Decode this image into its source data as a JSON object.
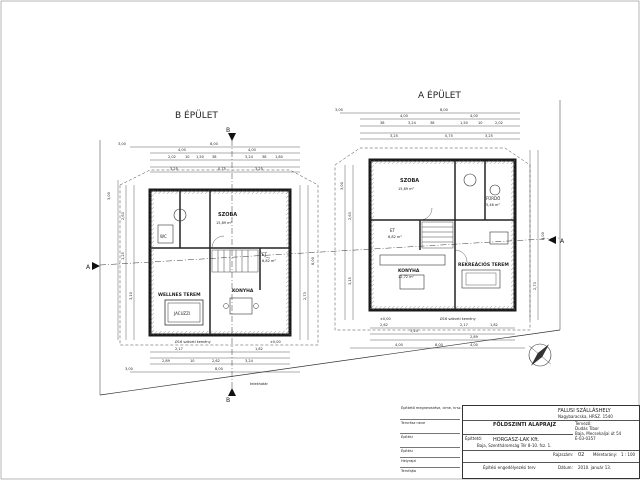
{
  "drawing": {
    "building_b_label": "B ÉPÜLET",
    "building_a_label": "A ÉPÜLET",
    "section_marks": {
      "a": "A",
      "b": "B"
    },
    "north_arrow": "north-arrow-icon",
    "line_color": "#1a1a1a",
    "wall_color": "#2a2a2a",
    "hatch_color": "#555555"
  },
  "building_b": {
    "rooms": [
      {
        "name": "SZOBA",
        "area": "15,89 m²"
      },
      {
        "name": "WELLNES TEREM",
        "area": ""
      },
      {
        "name": "KONYHA",
        "area": ""
      },
      {
        "name": "JACUZZI",
        "area": ""
      },
      {
        "name": "ET",
        "area": "6,82 m²"
      },
      {
        "name": "WC",
        "area": ""
      }
    ],
    "top_dims": [
      "3,00",
      "8,00",
      "4,00",
      "4,00",
      "3,25",
      "0,75",
      "3,25"
    ],
    "mid_dims": [
      "2,02",
      "10",
      "1,50",
      "38",
      "3,24",
      "38",
      "1,80"
    ],
    "bottom_dims": [
      "2,17",
      "1,82",
      "2,89",
      "10",
      "2,62",
      "3,24",
      "3,00",
      "8,00"
    ],
    "side_dims": [
      "3,00",
      "2,63",
      "1,25",
      "3,10",
      "2,73",
      "8,00"
    ],
    "note": "Ø16 szöveti kemény",
    "level": "±0,00"
  },
  "building_a": {
    "rooms": [
      {
        "name": "SZOBA",
        "area": "15,89 m²"
      },
      {
        "name": "ET",
        "area": "6,82 m²"
      },
      {
        "name": "KONYHA",
        "area": "12,72 m²"
      },
      {
        "name": "REKREÁCIÓS TEREM",
        "area": ""
      },
      {
        "name": "FÜRDŐ",
        "area": "5,46 m²"
      }
    ],
    "top_dims": [
      "3,00",
      "8,00",
      "4,00",
      "4,00",
      "3,25",
      "0,75",
      "3,25"
    ],
    "mid_dims": [
      "38",
      "3,24",
      "38",
      "1,50",
      "10",
      "2,02"
    ],
    "bottom_dims": [
      "2,62",
      "3,24",
      "2,17",
      "1,82",
      "2,89",
      "4,00",
      "4,00",
      "8,00"
    ],
    "side_dims": [
      "3,00",
      "2,63",
      "3,15",
      "2,73",
      "8,00"
    ],
    "note": "Ø16 szöveti kemény",
    "level": "±0,00"
  },
  "property_line_label": "telekhatár",
  "info_block": {
    "line1": "Építtető megnevezése, címe, hrsz.",
    "line2": "Tervrész neve",
    "line3": "Építési",
    "line4": "Építési",
    "line5": "Helyrajzi",
    "line6": "Tervfajta"
  },
  "title_block": {
    "project": "FALUSI SZÁLLÁSHELY",
    "location": "Nagybaracska,        HRSZ. 1540",
    "sheet_title": "FÖLDSZINTI ALAPRAJZ",
    "designer_label": "Tervező:",
    "designer_name": "Dudás Tibor",
    "designer_address": "Baja, Mecsekaljai út 54",
    "designer_id": "É-03-0357",
    "owner_label": "Építtető:",
    "owner_name": "HORGASZ-LAK Kft.",
    "owner_address": "Baja, Szentháromság Tér 8-10. fsz. 1.",
    "sheet_no_label": "Rajzszám:",
    "sheet_no": "02",
    "scale_label": "Méretarány:",
    "scale": "1 : 100",
    "plan_type": "Építési engedélyezési terv",
    "date_label": "Dátum:",
    "date": "2010. január 13."
  }
}
